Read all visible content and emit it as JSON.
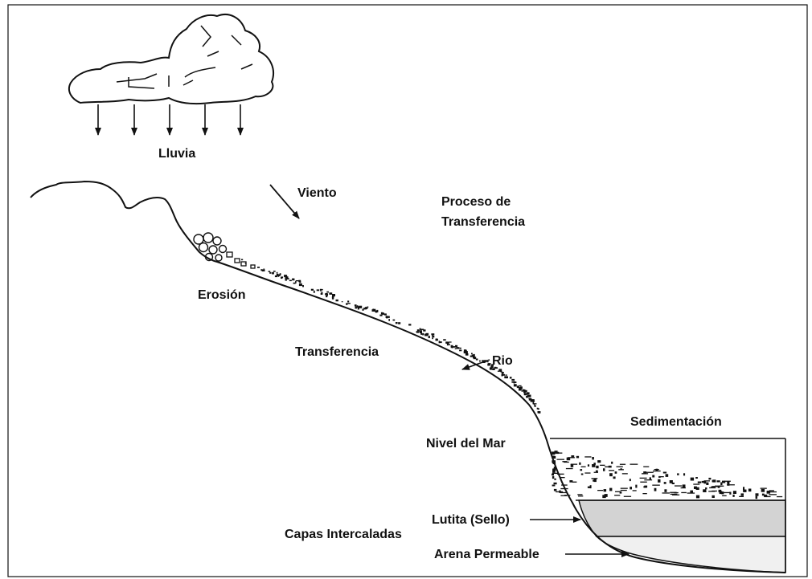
{
  "labels": {
    "lluvia": "Lluvia",
    "viento": "Viento",
    "proceso_line1": "Proceso de",
    "proceso_line2": "Transferencia",
    "erosion": "Erosión",
    "transferencia": "Transferencia",
    "rio": "Rio",
    "sedimentacion": "Sedimentación",
    "nivel_del_mar": "Nivel del Mar",
    "lutita": "Lutita (Sello)",
    "capas_intercaladas": "Capas Intercaladas",
    "arena_permeable": "Arena Permeable"
  },
  "colors": {
    "ink": "#111111",
    "lutita_fill": "#d3d3d3",
    "arena_fill": "#f0f0f0",
    "background": "#ffffff"
  }
}
